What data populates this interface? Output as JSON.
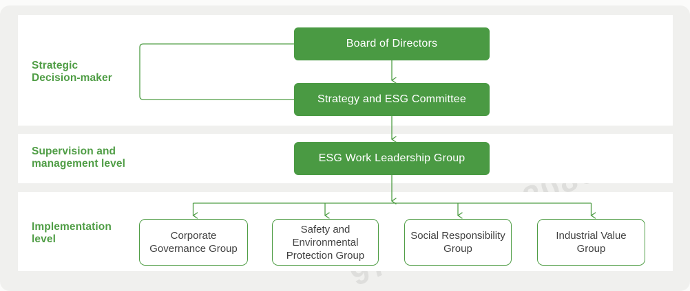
{
  "palette": {
    "node_green": "#4a9a43",
    "line_green": "#4f9d45",
    "label_green": "#4f9d45",
    "panel_gray": "#f0f0ee",
    "node_text_dark": "#3f3f3f"
  },
  "watermark": {
    "text": "97580 YH028080035"
  },
  "rows": [
    {
      "id": "strategic",
      "label": "Strategic\nDecision-maker"
    },
    {
      "id": "supervision",
      "label": "Supervision and\nmanagement level"
    },
    {
      "id": "implementation",
      "label": "Implementation\nlevel"
    }
  ],
  "nodes": {
    "board": "Board of Directors",
    "committee": "Strategy and ESG Committee",
    "leadership": "ESG Work Leadership Group",
    "groups": [
      "Corporate Governance Group",
      "Safety and Environmental Protection Group",
      "Social Responsibility Group",
      "Industrial Value Group"
    ]
  }
}
